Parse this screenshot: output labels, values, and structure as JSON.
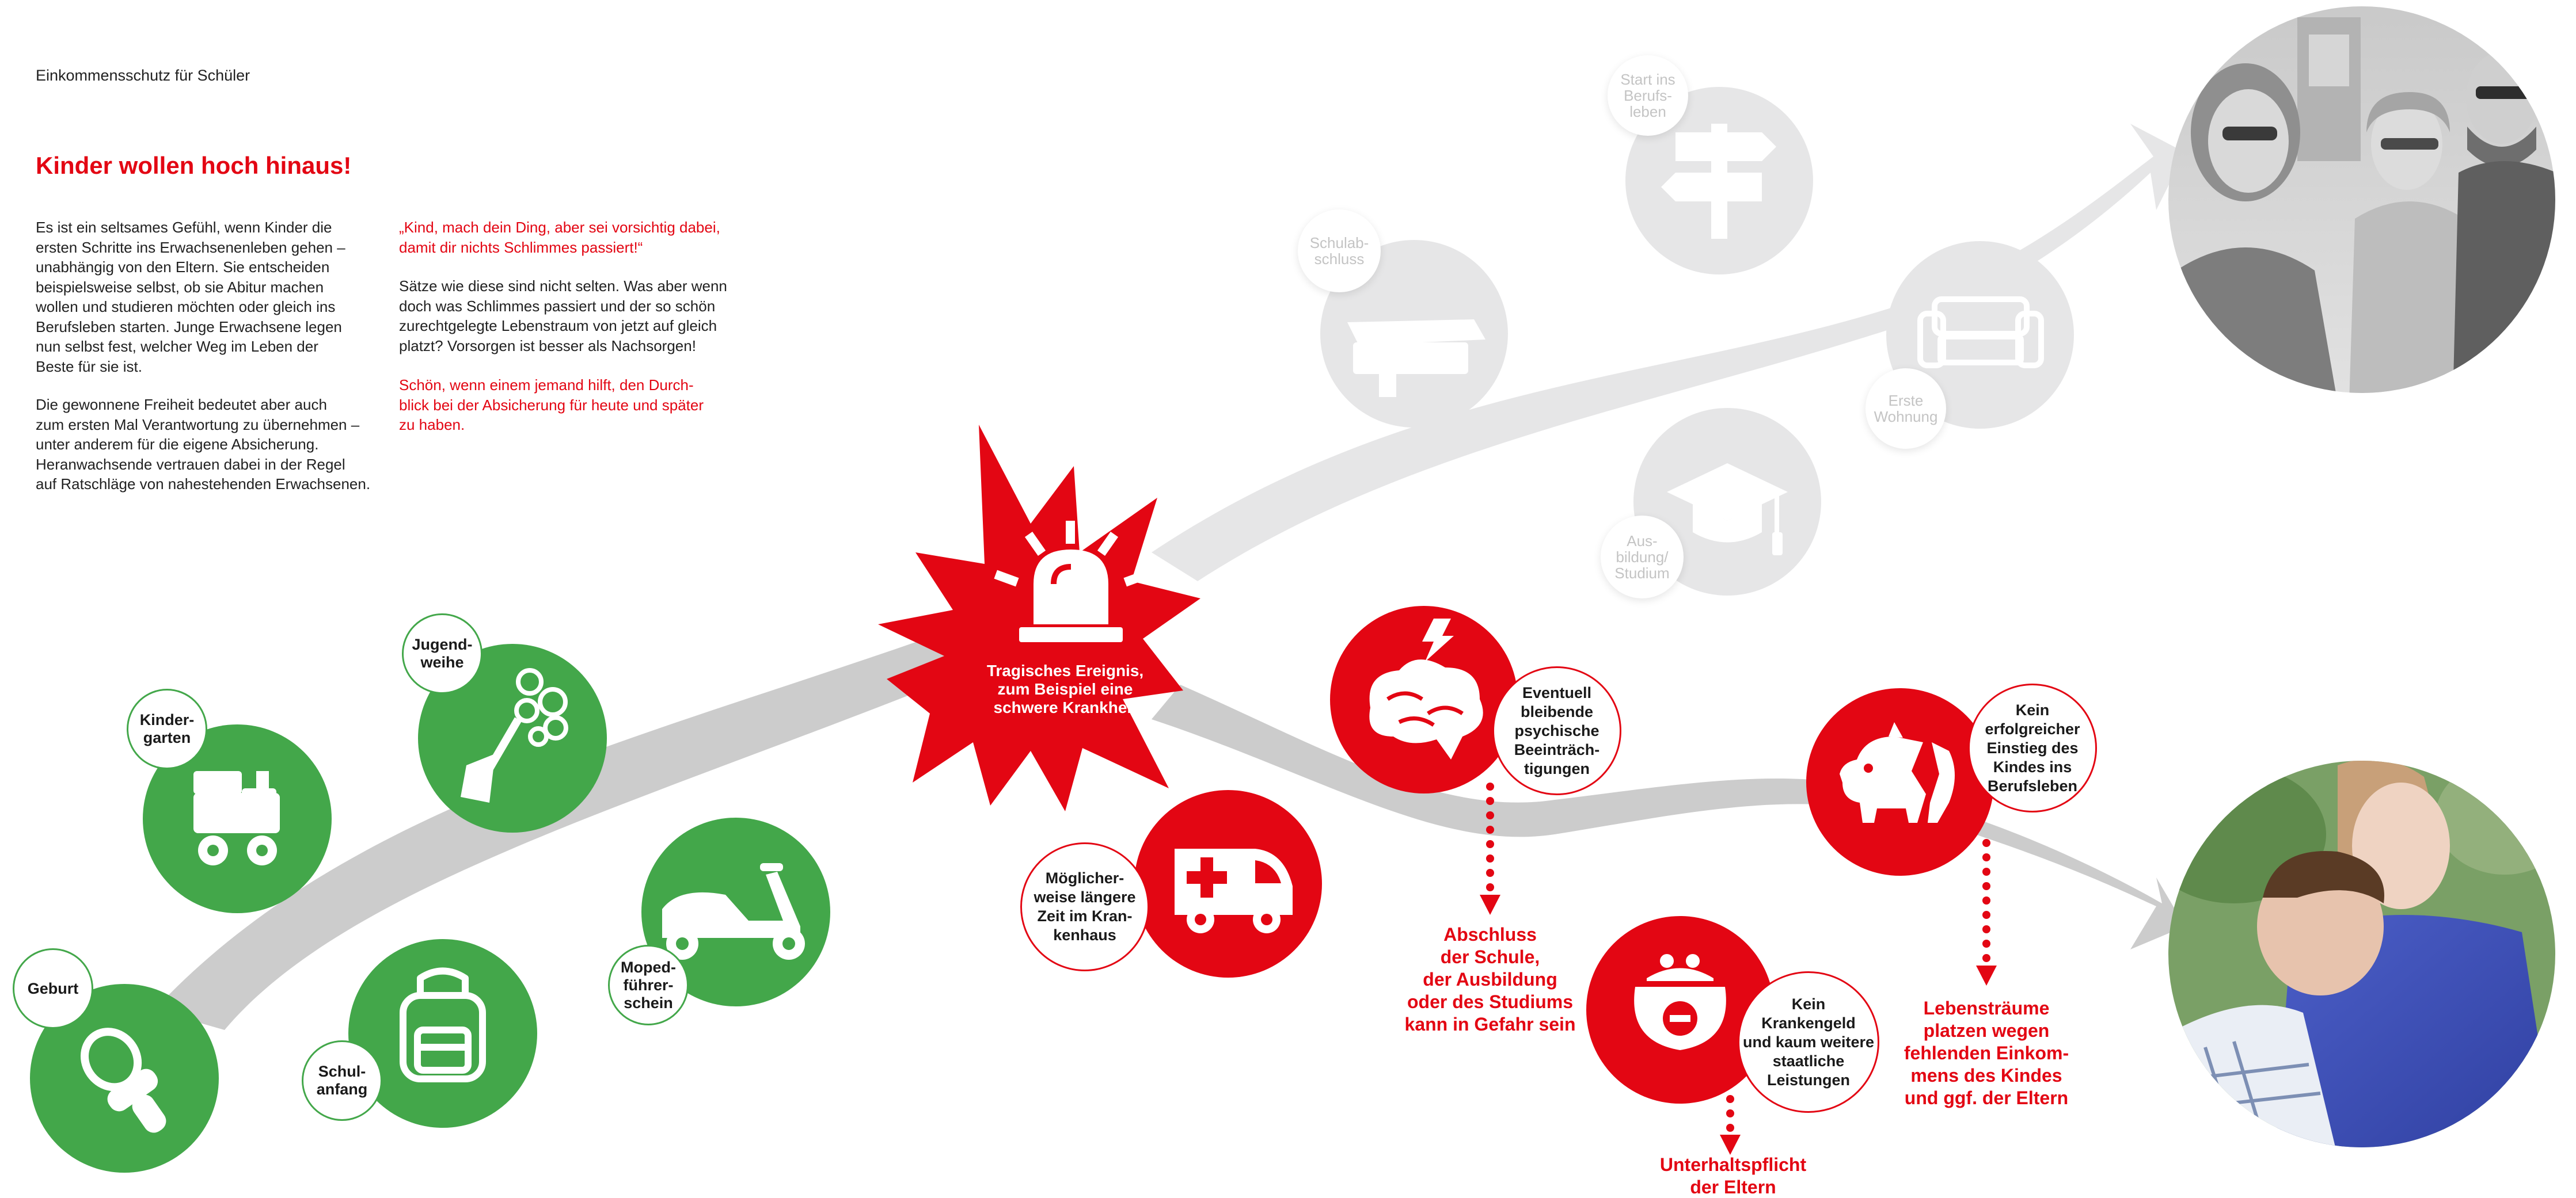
{
  "header": {
    "subtitle": "Einkommensschutz für Schüler",
    "title": "Kinder wollen hoch hinaus!"
  },
  "intro": {
    "col1_p1": "Es ist ein seltsames Gefühl, wenn Kinder die\nersten Schritte ins Erwachsenenleben gehen –\nunabhängig von den Eltern. Sie entscheiden\nbeispielsweise selbst, ob sie Abitur machen\nwollen und studieren möchten oder gleich ins\nBerufsleben starten. Junge Erwachsene legen\nnun selbst fest, welcher Weg im Leben der\nBeste für sie ist.",
    "col1_p2": "Die gewonnene Freiheit bedeutet aber auch\nzum ersten Mal Verantwortung zu übernehmen –\nunter anderem für die eigene Absicherung.\nHeranwachsende vertrauen dabei in der Regel\nauf Ratschläge von nahestehenden Erwachsenen.",
    "col2_quote": "„Kind, mach dein Ding, aber sei vorsichtig dabei,\ndamit dir nichts Schlimmes passiert!“",
    "col2_p1": "Sätze wie diese sind nicht selten. Was aber wenn\ndoch was Schlimmes passiert und der so schön\nzurechtgelegte Lebenstraum von jetzt auf gleich\nplatzt? Vorsorgen ist besser als Nachsorgen!",
    "col2_p2": "Schön, wenn einem jemand hilft, den Durch-\nblick bei der Absicherung für heute und später\nzu haben."
  },
  "colors": {
    "green": "#43a74a",
    "red": "#e30613",
    "gray_circle": "#e6e6e7",
    "gray_path": "#cccccc",
    "gray_text": "#c4c4c4"
  },
  "milestones": [
    {
      "label": "Geburt",
      "icon": "pacifier-icon"
    },
    {
      "label": "Kinder-\ngarten",
      "icon": "toy-train-icon"
    },
    {
      "label": "Schul-\nanfang",
      "icon": "school-backpack-icon"
    },
    {
      "label": "Jugend-\nweihe",
      "icon": "flower-bouquet-icon"
    },
    {
      "label": "Moped-\nführer-\nschein",
      "icon": "scooter-icon"
    }
  ],
  "event": {
    "label": "Tragisches Ereignis,\nzum Beispiel eine\nschwere Krankheit",
    "icon": "alarm-siren-icon"
  },
  "future_path": [
    {
      "label": "Schulab-\nschluss",
      "icon": "book-icon"
    },
    {
      "label": "Start ins\nBerufs-\nleben",
      "icon": "signpost-icon"
    },
    {
      "label": "Erste\nWohnung",
      "icon": "sofa-icon"
    },
    {
      "label": "Aus-\nbildung/\nStudium",
      "icon": "graduation-cap-icon"
    }
  ],
  "consequences": [
    {
      "label": "Möglicher-\nweise längere\nZeit im Kran-\nkenhaus",
      "icon": "ambulance-icon"
    },
    {
      "label": "Eventuell\nbleibende\npsychische\nBeeinträch-\ntigungen",
      "icon": "brain-lightning-icon",
      "result": "Abschluss\nder Schule,\nder Ausbildung\noder des Studiums\nkann in Gefahr sein"
    },
    {
      "label": "Kein\nKrankengeld\nund kaum weitere\nstaatliche\nLeistungen",
      "icon": "empty-purse-icon",
      "result": "Unterhaltspflicht\nder Eltern"
    },
    {
      "label": "Kein\nerfolgreicher\nEinstieg des\nKindes ins\nBerufsleben",
      "icon": "broken-piggy-bank-icon",
      "result": "Lebensträume\nplatzen wegen\nfehlenden Einkom-\nmens des Kindes\nund ggf. der Eltern"
    }
  ],
  "photos": [
    {
      "icon": "happy-young-adults-photo-icon"
    },
    {
      "icon": "worried-mother-son-photo-icon"
    }
  ]
}
